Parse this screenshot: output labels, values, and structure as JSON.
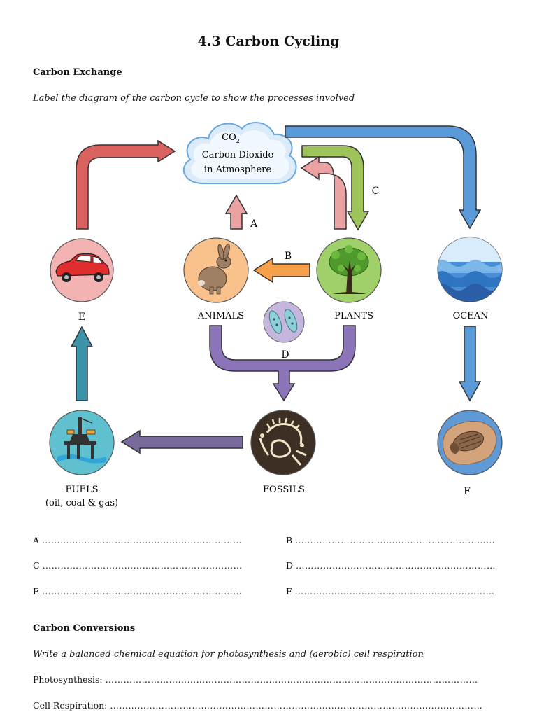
{
  "title": "4.3    Carbon Cycling",
  "section1": {
    "heading": "Carbon Exchange",
    "instruction": "Label the diagram of the carbon cycle to show the processes involved"
  },
  "diagram": {
    "cloud": {
      "line1": "CO",
      "sub": "2",
      "line2": "Carbon Dioxide",
      "line3": "in Atmosphere"
    },
    "nodes": {
      "animals": "ANIMALS",
      "plants": "PLANTS",
      "ocean": "OCEAN",
      "fossils": "FOSSILS",
      "fuels": "FUELS",
      "fuels_sub": "(oil, coal & gas)",
      "e": "E",
      "f": "F"
    },
    "arrow_labels": {
      "a": "A",
      "b": "B",
      "c": "C",
      "d": "D"
    },
    "colors": {
      "red_arrow": "#d9625e",
      "pink_arrow": "#eaa2a2",
      "green_arrow": "#9dc35a",
      "blue_arrow": "#5a9ad8",
      "orange_arrow": "#f7a04c",
      "purple_arrow": "#8b74b8",
      "teal_arrow": "#3a93a8",
      "fossil_purple_arrow": "#7a6a9c"
    }
  },
  "answers": [
    {
      "label": "A",
      "dots": "………………………………………………………………"
    },
    {
      "label": "B",
      "dots": "………………………………………………………………"
    },
    {
      "label": "C",
      "dots": "………………………………………………………………"
    },
    {
      "label": "D",
      "dots": "………………………………………………………………"
    },
    {
      "label": "E",
      "dots": "………………………………………………………………"
    },
    {
      "label": "F",
      "dots": "………………………………………………………………"
    }
  ],
  "section2": {
    "heading": "Carbon Conversions",
    "instruction": "Write a balanced chemical equation for photosynthesis and (aerobic) cell respiration",
    "photosynthesis_label": "Photosynthesis:",
    "respiration_label": "Cell Respiration:",
    "dots": "……………………………………………………………………………………………………………"
  }
}
